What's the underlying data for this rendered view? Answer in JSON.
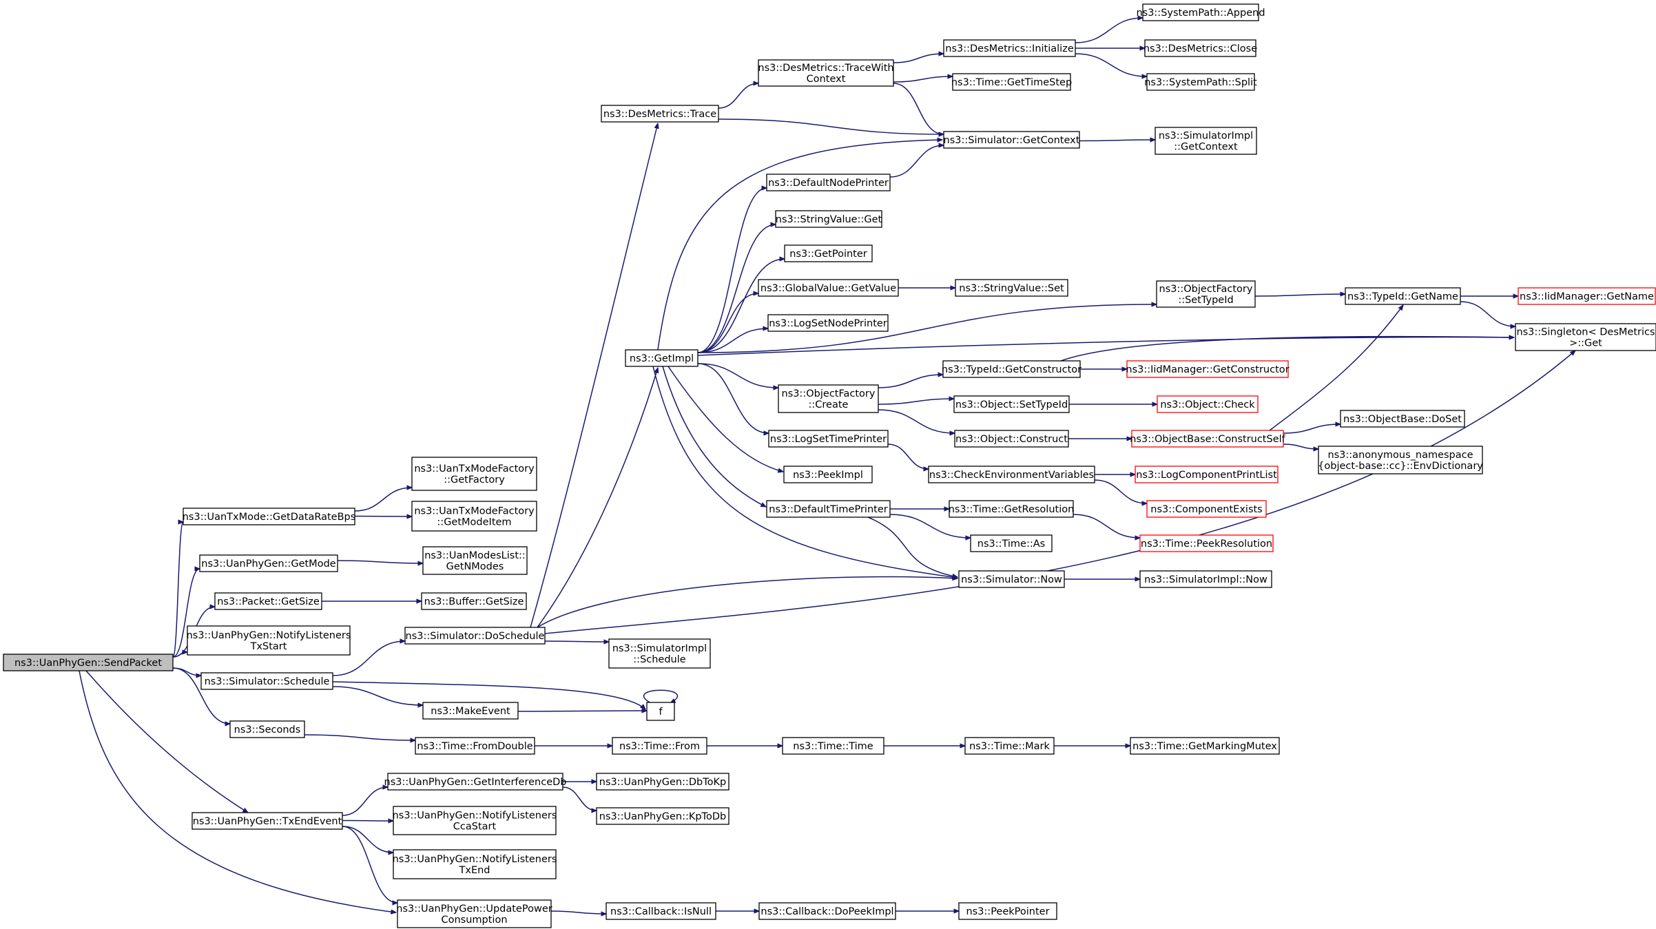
{
  "nodes": [
    {
      "id": "root",
      "lines": [
        "ns3::UanPhyGen::SendPacket"
      ],
      "root": true
    },
    {
      "id": "getDataRate",
      "lines": [
        "ns3::UanTxMode::GetDataRateBps"
      ]
    },
    {
      "id": "getFactory",
      "lines": [
        "ns3::UanTxModeFactory",
        "::GetFactory"
      ]
    },
    {
      "id": "getModeItem",
      "lines": [
        "ns3::UanTxModeFactory",
        "::GetModeItem"
      ]
    },
    {
      "id": "getMode",
      "lines": [
        "ns3::UanPhyGen::GetMode"
      ]
    },
    {
      "id": "getNModes",
      "lines": [
        "ns3::UanModesList::",
        "GetNModes"
      ]
    },
    {
      "id": "packetGetSize",
      "lines": [
        "ns3::Packet::GetSize"
      ]
    },
    {
      "id": "bufferGetSize",
      "lines": [
        "ns3::Buffer::GetSize"
      ]
    },
    {
      "id": "notifyTxStart",
      "lines": [
        "ns3::UanPhyGen::NotifyListeners",
        "TxStart"
      ]
    },
    {
      "id": "schedule",
      "lines": [
        "ns3::Simulator::Schedule"
      ]
    },
    {
      "id": "doSchedule",
      "lines": [
        "ns3::Simulator::DoSchedule"
      ]
    },
    {
      "id": "implSchedule",
      "lines": [
        "ns3::SimulatorImpl",
        "::Schedule"
      ]
    },
    {
      "id": "makeEvent",
      "lines": [
        "ns3::MakeEvent"
      ]
    },
    {
      "id": "f",
      "lines": [
        "f"
      ]
    },
    {
      "id": "seconds",
      "lines": [
        "ns3::Seconds"
      ]
    },
    {
      "id": "fromDouble",
      "lines": [
        "ns3::Time::FromDouble"
      ]
    },
    {
      "id": "timeFrom",
      "lines": [
        "ns3::Time::From"
      ]
    },
    {
      "id": "timeTime",
      "lines": [
        "ns3::Time::Time"
      ]
    },
    {
      "id": "timeMark",
      "lines": [
        "ns3::Time::Mark"
      ]
    },
    {
      "id": "markingMutex",
      "lines": [
        "ns3::Time::GetMarkingMutex"
      ]
    },
    {
      "id": "txEndEvent",
      "lines": [
        "ns3::UanPhyGen::TxEndEvent"
      ]
    },
    {
      "id": "getInterf",
      "lines": [
        "ns3::UanPhyGen::GetInterferenceDb"
      ]
    },
    {
      "id": "dbToKp",
      "lines": [
        "ns3::UanPhyGen::DbToKp"
      ]
    },
    {
      "id": "kpToDb",
      "lines": [
        "ns3::UanPhyGen::KpToDb"
      ]
    },
    {
      "id": "notifyCca",
      "lines": [
        "ns3::UanPhyGen::NotifyListeners",
        "CcaStart"
      ]
    },
    {
      "id": "notifyTxEnd",
      "lines": [
        "ns3::UanPhyGen::NotifyListeners",
        "TxEnd"
      ]
    },
    {
      "id": "updatePower",
      "lines": [
        "ns3::UanPhyGen::UpdatePower",
        "Consumption"
      ]
    },
    {
      "id": "isNull",
      "lines": [
        "ns3::Callback::IsNull"
      ]
    },
    {
      "id": "doPeekImpl",
      "lines": [
        "ns3::Callback::DoPeekImpl"
      ]
    },
    {
      "id": "peekPointer",
      "lines": [
        "ns3::PeekPointer"
      ]
    },
    {
      "id": "desTrace",
      "lines": [
        "ns3::DesMetrics::Trace"
      ]
    },
    {
      "id": "traceWithCtx",
      "lines": [
        "ns3::DesMetrics::TraceWith",
        "Context"
      ]
    },
    {
      "id": "desInit",
      "lines": [
        "ns3::DesMetrics::Initialize"
      ]
    },
    {
      "id": "sysAppend",
      "lines": [
        "ns3::SystemPath::Append"
      ]
    },
    {
      "id": "desClose",
      "lines": [
        "ns3::DesMetrics::Close"
      ]
    },
    {
      "id": "sysSplit",
      "lines": [
        "ns3::SystemPath::Split"
      ]
    },
    {
      "id": "getTimeStep",
      "lines": [
        "ns3::Time::GetTimeStep"
      ]
    },
    {
      "id": "getContext",
      "lines": [
        "ns3::Simulator::GetContext"
      ]
    },
    {
      "id": "implGetContext",
      "lines": [
        "ns3::SimulatorImpl",
        "::GetContext"
      ]
    },
    {
      "id": "getImpl",
      "lines": [
        "ns3::GetImpl"
      ]
    },
    {
      "id": "defaultNodePrinter",
      "lines": [
        "ns3::DefaultNodePrinter"
      ]
    },
    {
      "id": "stringValueGet",
      "lines": [
        "ns3::StringValue::Get"
      ]
    },
    {
      "id": "getPointer",
      "lines": [
        "ns3::GetPointer"
      ]
    },
    {
      "id": "globalGetValue",
      "lines": [
        "ns3::GlobalValue::GetValue"
      ]
    },
    {
      "id": "stringValueSet",
      "lines": [
        "ns3::StringValue::Set"
      ]
    },
    {
      "id": "logSetNodePrinter",
      "lines": [
        "ns3::LogSetNodePrinter"
      ]
    },
    {
      "id": "ofSetTypeId",
      "lines": [
        "ns3::ObjectFactory",
        "::SetTypeId"
      ]
    },
    {
      "id": "typeIdGetName",
      "lines": [
        "ns3::TypeId::GetName"
      ]
    },
    {
      "id": "iidGetName",
      "lines": [
        "ns3::IidManager::GetName"
      ],
      "red": true
    },
    {
      "id": "singletonGet",
      "lines": [
        "ns3::Singleton< DesMetrics",
        " >::Get"
      ]
    },
    {
      "id": "typeIdGetCtor",
      "lines": [
        "ns3::TypeId::GetConstructor"
      ]
    },
    {
      "id": "iidGetCtor",
      "lines": [
        "ns3::IidManager::GetConstructor"
      ],
      "red": true
    },
    {
      "id": "ofCreate",
      "lines": [
        "ns3::ObjectFactory",
        "::Create"
      ]
    },
    {
      "id": "objSetTypeId",
      "lines": [
        "ns3::Object::SetTypeId"
      ]
    },
    {
      "id": "objCheck",
      "lines": [
        "ns3::Object::Check"
      ],
      "red": true
    },
    {
      "id": "objConstruct",
      "lines": [
        "ns3::Object::Construct"
      ]
    },
    {
      "id": "constructSelf",
      "lines": [
        "ns3::ObjectBase::ConstructSelf"
      ],
      "red": true
    },
    {
      "id": "doSet",
      "lines": [
        "ns3::ObjectBase::DoSet"
      ]
    },
    {
      "id": "envDict",
      "lines": [
        "ns3::anonymous_namespace",
        "{object-base::cc}::EnvDictionary"
      ]
    },
    {
      "id": "logSetTimePrinter",
      "lines": [
        "ns3::LogSetTimePrinter"
      ]
    },
    {
      "id": "checkEnv",
      "lines": [
        "ns3::CheckEnvironmentVariables"
      ]
    },
    {
      "id": "logCompPrintList",
      "lines": [
        "ns3::LogComponentPrintList"
      ],
      "red": true
    },
    {
      "id": "componentExists",
      "lines": [
        "ns3::ComponentExists"
      ],
      "red": true
    },
    {
      "id": "peekImpl",
      "lines": [
        "ns3::PeekImpl"
      ]
    },
    {
      "id": "defaultTimePrinter",
      "lines": [
        "ns3::DefaultTimePrinter"
      ]
    },
    {
      "id": "getResolution",
      "lines": [
        "ns3::Time::GetResolution"
      ]
    },
    {
      "id": "peekResolution",
      "lines": [
        "ns3::Time::PeekResolution"
      ],
      "red": true
    },
    {
      "id": "timeAs",
      "lines": [
        "ns3::Time::As"
      ]
    },
    {
      "id": "simNow",
      "lines": [
        "ns3::Simulator::Now"
      ]
    },
    {
      "id": "implNow",
      "lines": [
        "ns3::SimulatorImpl::Now"
      ]
    }
  ],
  "edges": [
    [
      "root",
      "getDataRate"
    ],
    [
      "root",
      "getMode"
    ],
    [
      "root",
      "packetGetSize"
    ],
    [
      "root",
      "notifyTxStart"
    ],
    [
      "root",
      "schedule"
    ],
    [
      "root",
      "seconds"
    ],
    [
      "root",
      "txEndEvent"
    ],
    [
      "root",
      "updatePower"
    ],
    [
      "getDataRate",
      "getFactory"
    ],
    [
      "getDataRate",
      "getModeItem"
    ],
    [
      "getMode",
      "getNModes"
    ],
    [
      "packetGetSize",
      "bufferGetSize"
    ],
    [
      "schedule",
      "doSchedule"
    ],
    [
      "schedule",
      "makeEvent"
    ],
    [
      "schedule",
      "f"
    ],
    [
      "makeEvent",
      "f"
    ],
    [
      "f",
      "f"
    ],
    [
      "doSchedule",
      "implSchedule"
    ],
    [
      "doSchedule",
      "desTrace"
    ],
    [
      "doSchedule",
      "getImpl"
    ],
    [
      "doSchedule",
      "simNow"
    ],
    [
      "doSchedule",
      "singletonGet"
    ],
    [
      "seconds",
      "fromDouble"
    ],
    [
      "fromDouble",
      "timeFrom"
    ],
    [
      "timeFrom",
      "timeTime"
    ],
    [
      "timeTime",
      "timeMark"
    ],
    [
      "timeMark",
      "markingMutex"
    ],
    [
      "txEndEvent",
      "getInterf"
    ],
    [
      "txEndEvent",
      "notifyCca"
    ],
    [
      "txEndEvent",
      "notifyTxEnd"
    ],
    [
      "txEndEvent",
      "updatePower"
    ],
    [
      "getInterf",
      "dbToKp"
    ],
    [
      "getInterf",
      "kpToDb"
    ],
    [
      "updatePower",
      "isNull"
    ],
    [
      "isNull",
      "doPeekImpl"
    ],
    [
      "doPeekImpl",
      "peekPointer"
    ],
    [
      "desTrace",
      "traceWithCtx"
    ],
    [
      "desTrace",
      "getContext"
    ],
    [
      "traceWithCtx",
      "desInit"
    ],
    [
      "traceWithCtx",
      "getTimeStep"
    ],
    [
      "traceWithCtx",
      "getContext"
    ],
    [
      "desInit",
      "sysAppend"
    ],
    [
      "desInit",
      "desClose"
    ],
    [
      "desInit",
      "sysSplit"
    ],
    [
      "getContext",
      "implGetContext"
    ],
    [
      "getImpl",
      "getContext"
    ],
    [
      "getImpl",
      "defaultNodePrinter"
    ],
    [
      "getImpl",
      "stringValueGet"
    ],
    [
      "getImpl",
      "getPointer"
    ],
    [
      "getImpl",
      "globalGetValue"
    ],
    [
      "getImpl",
      "logSetNodePrinter"
    ],
    [
      "getImpl",
      "ofSetTypeId"
    ],
    [
      "getImpl",
      "singletonGet"
    ],
    [
      "getImpl",
      "ofCreate"
    ],
    [
      "getImpl",
      "logSetTimePrinter"
    ],
    [
      "getImpl",
      "peekImpl"
    ],
    [
      "getImpl",
      "defaultTimePrinter"
    ],
    [
      "getImpl",
      "simNow"
    ],
    [
      "defaultNodePrinter",
      "getContext"
    ],
    [
      "globalGetValue",
      "stringValueSet"
    ],
    [
      "ofSetTypeId",
      "typeIdGetName"
    ],
    [
      "typeIdGetName",
      "iidGetName"
    ],
    [
      "typeIdGetName",
      "singletonGet"
    ],
    [
      "ofCreate",
      "typeIdGetCtor"
    ],
    [
      "ofCreate",
      "objSetTypeId"
    ],
    [
      "ofCreate",
      "objConstruct"
    ],
    [
      "typeIdGetCtor",
      "iidGetCtor"
    ],
    [
      "typeIdGetCtor",
      "singletonGet"
    ],
    [
      "objSetTypeId",
      "objCheck"
    ],
    [
      "objConstruct",
      "constructSelf"
    ],
    [
      "constructSelf",
      "typeIdGetName"
    ],
    [
      "constructSelf",
      "doSet"
    ],
    [
      "constructSelf",
      "envDict"
    ],
    [
      "logSetTimePrinter",
      "checkEnv"
    ],
    [
      "checkEnv",
      "logCompPrintList"
    ],
    [
      "checkEnv",
      "componentExists"
    ],
    [
      "defaultTimePrinter",
      "getResolution"
    ],
    [
      "defaultTimePrinter",
      "timeAs"
    ],
    [
      "defaultTimePrinter",
      "simNow"
    ],
    [
      "getResolution",
      "peekResolution"
    ],
    [
      "simNow",
      "implNow"
    ]
  ]
}
